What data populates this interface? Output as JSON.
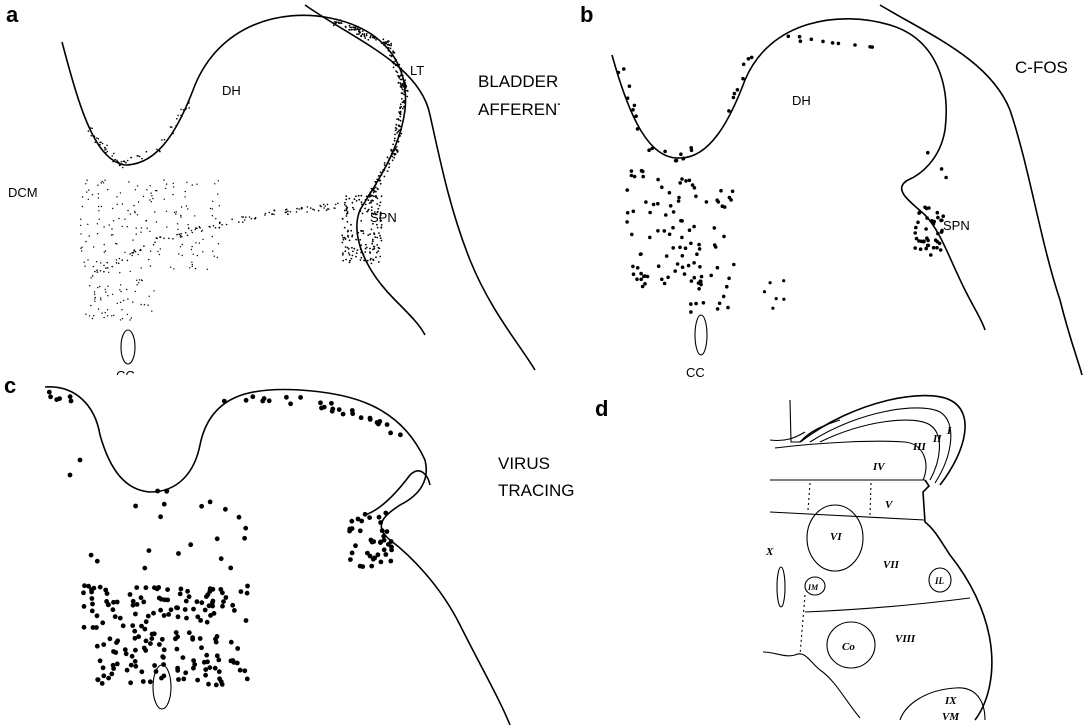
{
  "panels": {
    "a": {
      "letter": "a",
      "title_line1": "BLADDER",
      "title_line2": "AFFERENTS",
      "labels": {
        "dh": "DH",
        "lt": "LT",
        "dcm": "DCM",
        "spn": "SPN",
        "cc": "CC"
      }
    },
    "b": {
      "letter": "b",
      "title": "C-FOS",
      "labels": {
        "dh": "DH",
        "spn": "SPN",
        "cc": "CC"
      }
    },
    "c": {
      "letter": "c",
      "title_line1": "VIRUS",
      "title_line2": "TRACING"
    },
    "d": {
      "letter": "d",
      "laminae": [
        "I",
        "II",
        "III",
        "IV",
        "V",
        "VI",
        "VII",
        "VIII",
        "IX",
        "X",
        "IM",
        "IL",
        "Co",
        "VM"
      ]
    }
  },
  "colors": {
    "ink": "#000000",
    "background": "#ffffff"
  }
}
